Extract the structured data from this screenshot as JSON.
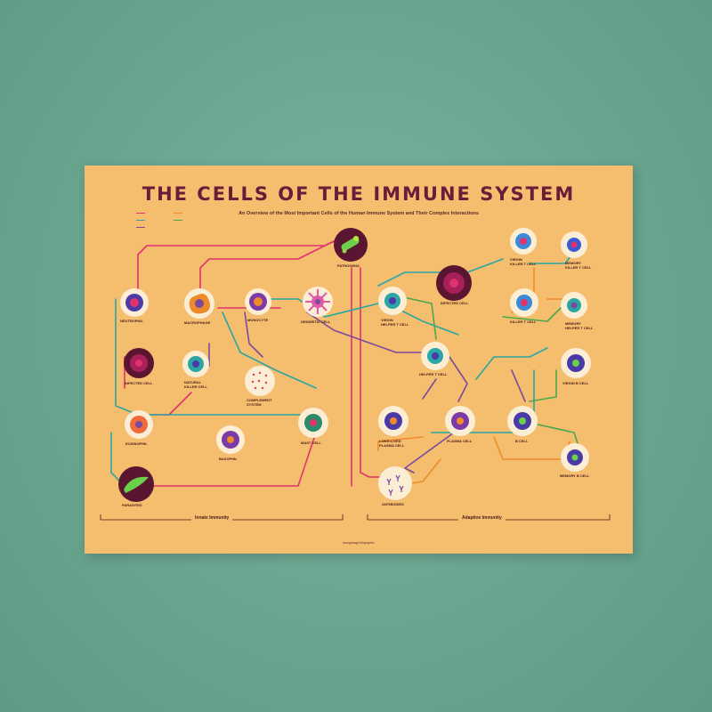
{
  "poster": {
    "title": "THE CELLS OF THE IMMUNE SYSTEM",
    "subtitle": "An Overview of the Most Important Cells of the Human Immune System and Their Complex Interactions",
    "brand": "kurzgesagt infographic"
  },
  "sections": {
    "innate": "Innate Immunity",
    "adaptive": "Adaptive Immunity"
  },
  "colors": {
    "wall": "#6aa58f",
    "poster": "#f4be6e",
    "title": "#6b1c3a",
    "pink": "#e0336e",
    "teal": "#2aa6a4",
    "purple": "#7b4a9e",
    "orange": "#ef8a2a",
    "green": "#4aa84a"
  },
  "cells": [
    {
      "id": "pathogens",
      "label": "PATHOGENS",
      "icon": "pathogen-icon"
    },
    {
      "id": "neutrophil",
      "label": "NEUTROPHIL",
      "icon": "neutrophil-icon"
    },
    {
      "id": "macrophage",
      "label": "MACROPHAGE",
      "icon": "macrophage-icon"
    },
    {
      "id": "monocyte",
      "label": "MONOCYTE",
      "icon": "monocyte-icon"
    },
    {
      "id": "dendritic",
      "label": "DENDRITIC CELL",
      "icon": "dendritic-cell-icon"
    },
    {
      "id": "infected-cell-a",
      "label": "INFECTED CELL",
      "icon": "infected-cell-icon"
    },
    {
      "id": "virgin-killer",
      "label": "VIRGIN\nKILLER T CELL",
      "icon": "killer-t-cell-icon"
    },
    {
      "id": "memory-killer",
      "label": "MEMORY\nKILLER T CELL",
      "icon": "memory-killer-t-icon"
    },
    {
      "id": "virgin-helper",
      "label": "VIRGIN\nHELPER T CELL",
      "icon": "helper-t-cell-icon"
    },
    {
      "id": "killer-t",
      "label": "KILLER T CELL",
      "icon": "killer-t-icon"
    },
    {
      "id": "memory-helper",
      "label": "MEMORY\nHELPER T CELL",
      "icon": "memory-helper-t-icon"
    },
    {
      "id": "infected-cell-b",
      "label": "INFECTED CELL",
      "icon": "infected-cell-icon"
    },
    {
      "id": "natural-killer",
      "label": "NATURAL\nKILLER CELL",
      "icon": "natural-killer-icon"
    },
    {
      "id": "complement",
      "label": "COMPLEMENT\nSYSTEM",
      "icon": "complement-icon"
    },
    {
      "id": "helper-t",
      "label": "HELPER T CELL",
      "icon": "helper-t-icon"
    },
    {
      "id": "virgin-b",
      "label": "VIRGIN B CELL",
      "icon": "b-cell-icon"
    },
    {
      "id": "eosinophil",
      "label": "EOSINOPHIL",
      "icon": "eosinophil-icon"
    },
    {
      "id": "basophil",
      "label": "BASOPHIL",
      "icon": "basophil-icon"
    },
    {
      "id": "mast-cell",
      "label": "MAST CELL",
      "icon": "mast-cell-icon"
    },
    {
      "id": "plasma-long",
      "label": "LONG-LIVED\nPLASMA CELL",
      "icon": "plasma-cell-icon"
    },
    {
      "id": "plasma",
      "label": "PLASMA CELL",
      "icon": "plasma-cell-icon"
    },
    {
      "id": "b-cell",
      "label": "B CELL",
      "icon": "b-cell-icon"
    },
    {
      "id": "memory-b",
      "label": "MEMORY B CELL",
      "icon": "memory-b-cell-icon"
    },
    {
      "id": "parasites",
      "label": "PARASITES",
      "icon": "parasite-icon"
    },
    {
      "id": "antibodies",
      "label": "ANTIBODIES",
      "icon": "antibodies-icon"
    }
  ]
}
